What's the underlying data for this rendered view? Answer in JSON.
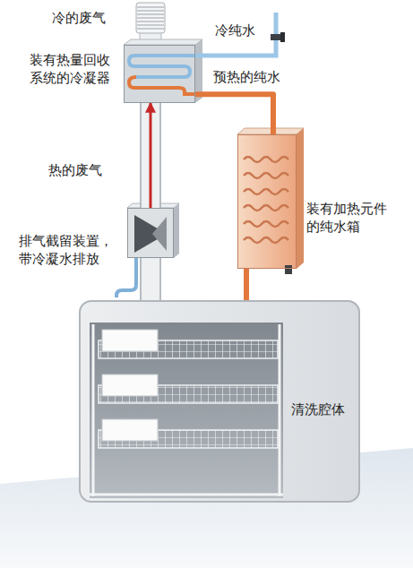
{
  "diagram": {
    "nodes": [
      {
        "text": [
          "装有热量回收系统的冷凝器"
        ]
      },
      {
        "text": [
          "装有加热元件的纯水箱"
        ]
      },
      {
        "text": [
          "排气截留装置，带冷凝水排放"
        ]
      },
      {
        "text": [
          "清洗腔体"
        ]
      }
    ],
    "edges": [
      {
        "from": 0,
        "to": 1,
        "label": "预热的纯水",
        "arrow": "none"
      },
      {
        "from": 2,
        "to": 0,
        "label": "热的废气",
        "arrow": "to"
      },
      {
        "from": 1,
        "to": 3,
        "arrow": "none"
      },
      {
        "from": 3,
        "to": 2,
        "arrow": "none"
      }
    ],
    "labels": [
      "冷的废气",
      "冷纯水"
    ]
  }
}
